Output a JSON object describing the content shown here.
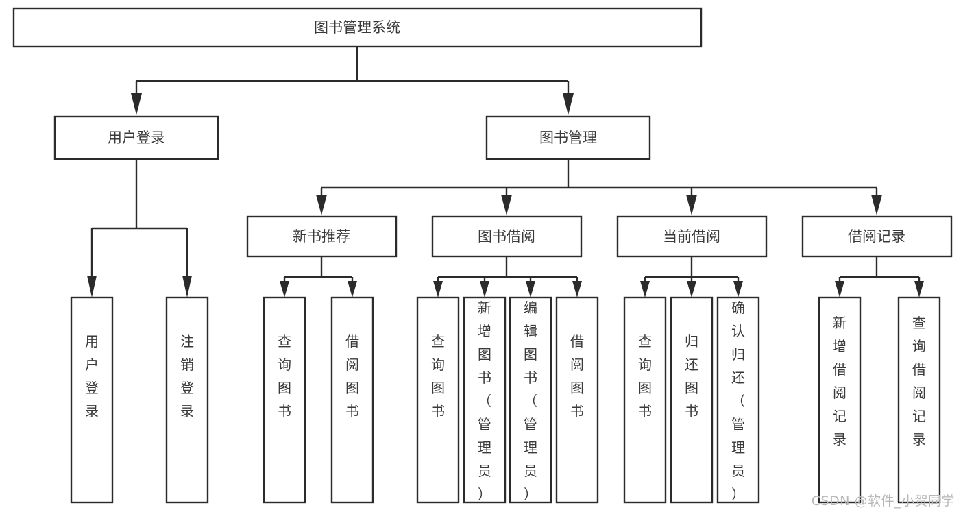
{
  "diagram": {
    "type": "tree-hierarchy",
    "title": "图书管理系统",
    "watermark": "CSDN @软件_小贺同学",
    "colors": {
      "stroke": "#2b2b2b",
      "box_fill": "#ffffff",
      "text": "#3a3a3a",
      "background": "#ffffff",
      "watermark": "#b8b8b8"
    },
    "levels": {
      "root": {
        "label": "图书管理系统"
      },
      "level2": [
        {
          "label": "用户登录"
        },
        {
          "label": "图书管理"
        }
      ],
      "level3": [
        {
          "label": "新书推荐"
        },
        {
          "label": "图书借阅"
        },
        {
          "label": "当前借阅"
        },
        {
          "label": "借阅记录"
        }
      ],
      "leaves_user_login": [
        {
          "label": "用户登录"
        },
        {
          "label": "注销登录"
        }
      ],
      "leaves_new_book": [
        {
          "label": "查询图书"
        },
        {
          "label": "借阅图书"
        }
      ],
      "leaves_borrow": [
        {
          "label": "查询图书"
        },
        {
          "label": "新增图书（管理员）"
        },
        {
          "label": "编辑图书（管理员）"
        },
        {
          "label": "借阅图书"
        }
      ],
      "leaves_current": [
        {
          "label": "查询图书"
        },
        {
          "label": "归还图书"
        },
        {
          "label": "确认归还（管理员）"
        }
      ],
      "leaves_record": [
        {
          "label": "新增借阅记录"
        },
        {
          "label": "查询借阅记录"
        }
      ]
    }
  }
}
